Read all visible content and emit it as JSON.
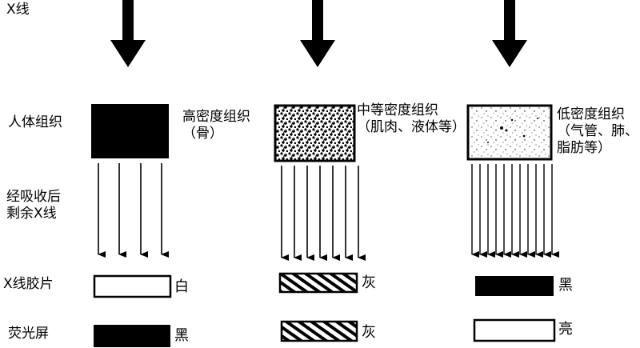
{
  "row_labels": {
    "xray": "X线",
    "tissue": "人体组织",
    "remaining": "经吸收后\n剩余X线",
    "film": "X线胶片",
    "screen": "荧光屏"
  },
  "columns": [
    {
      "tissue_label": "高密度组织\n（骨）",
      "film_result": "白",
      "screen_result": "黑"
    },
    {
      "tissue_label": "中等密度组织\n（肌肉、液体等）",
      "film_result": "灰",
      "screen_result": "灰"
    },
    {
      "tissue_label": "低密度组织\n（气管、肺、\n脂肪等）",
      "film_result": "黑",
      "screen_result": "亮"
    }
  ]
}
